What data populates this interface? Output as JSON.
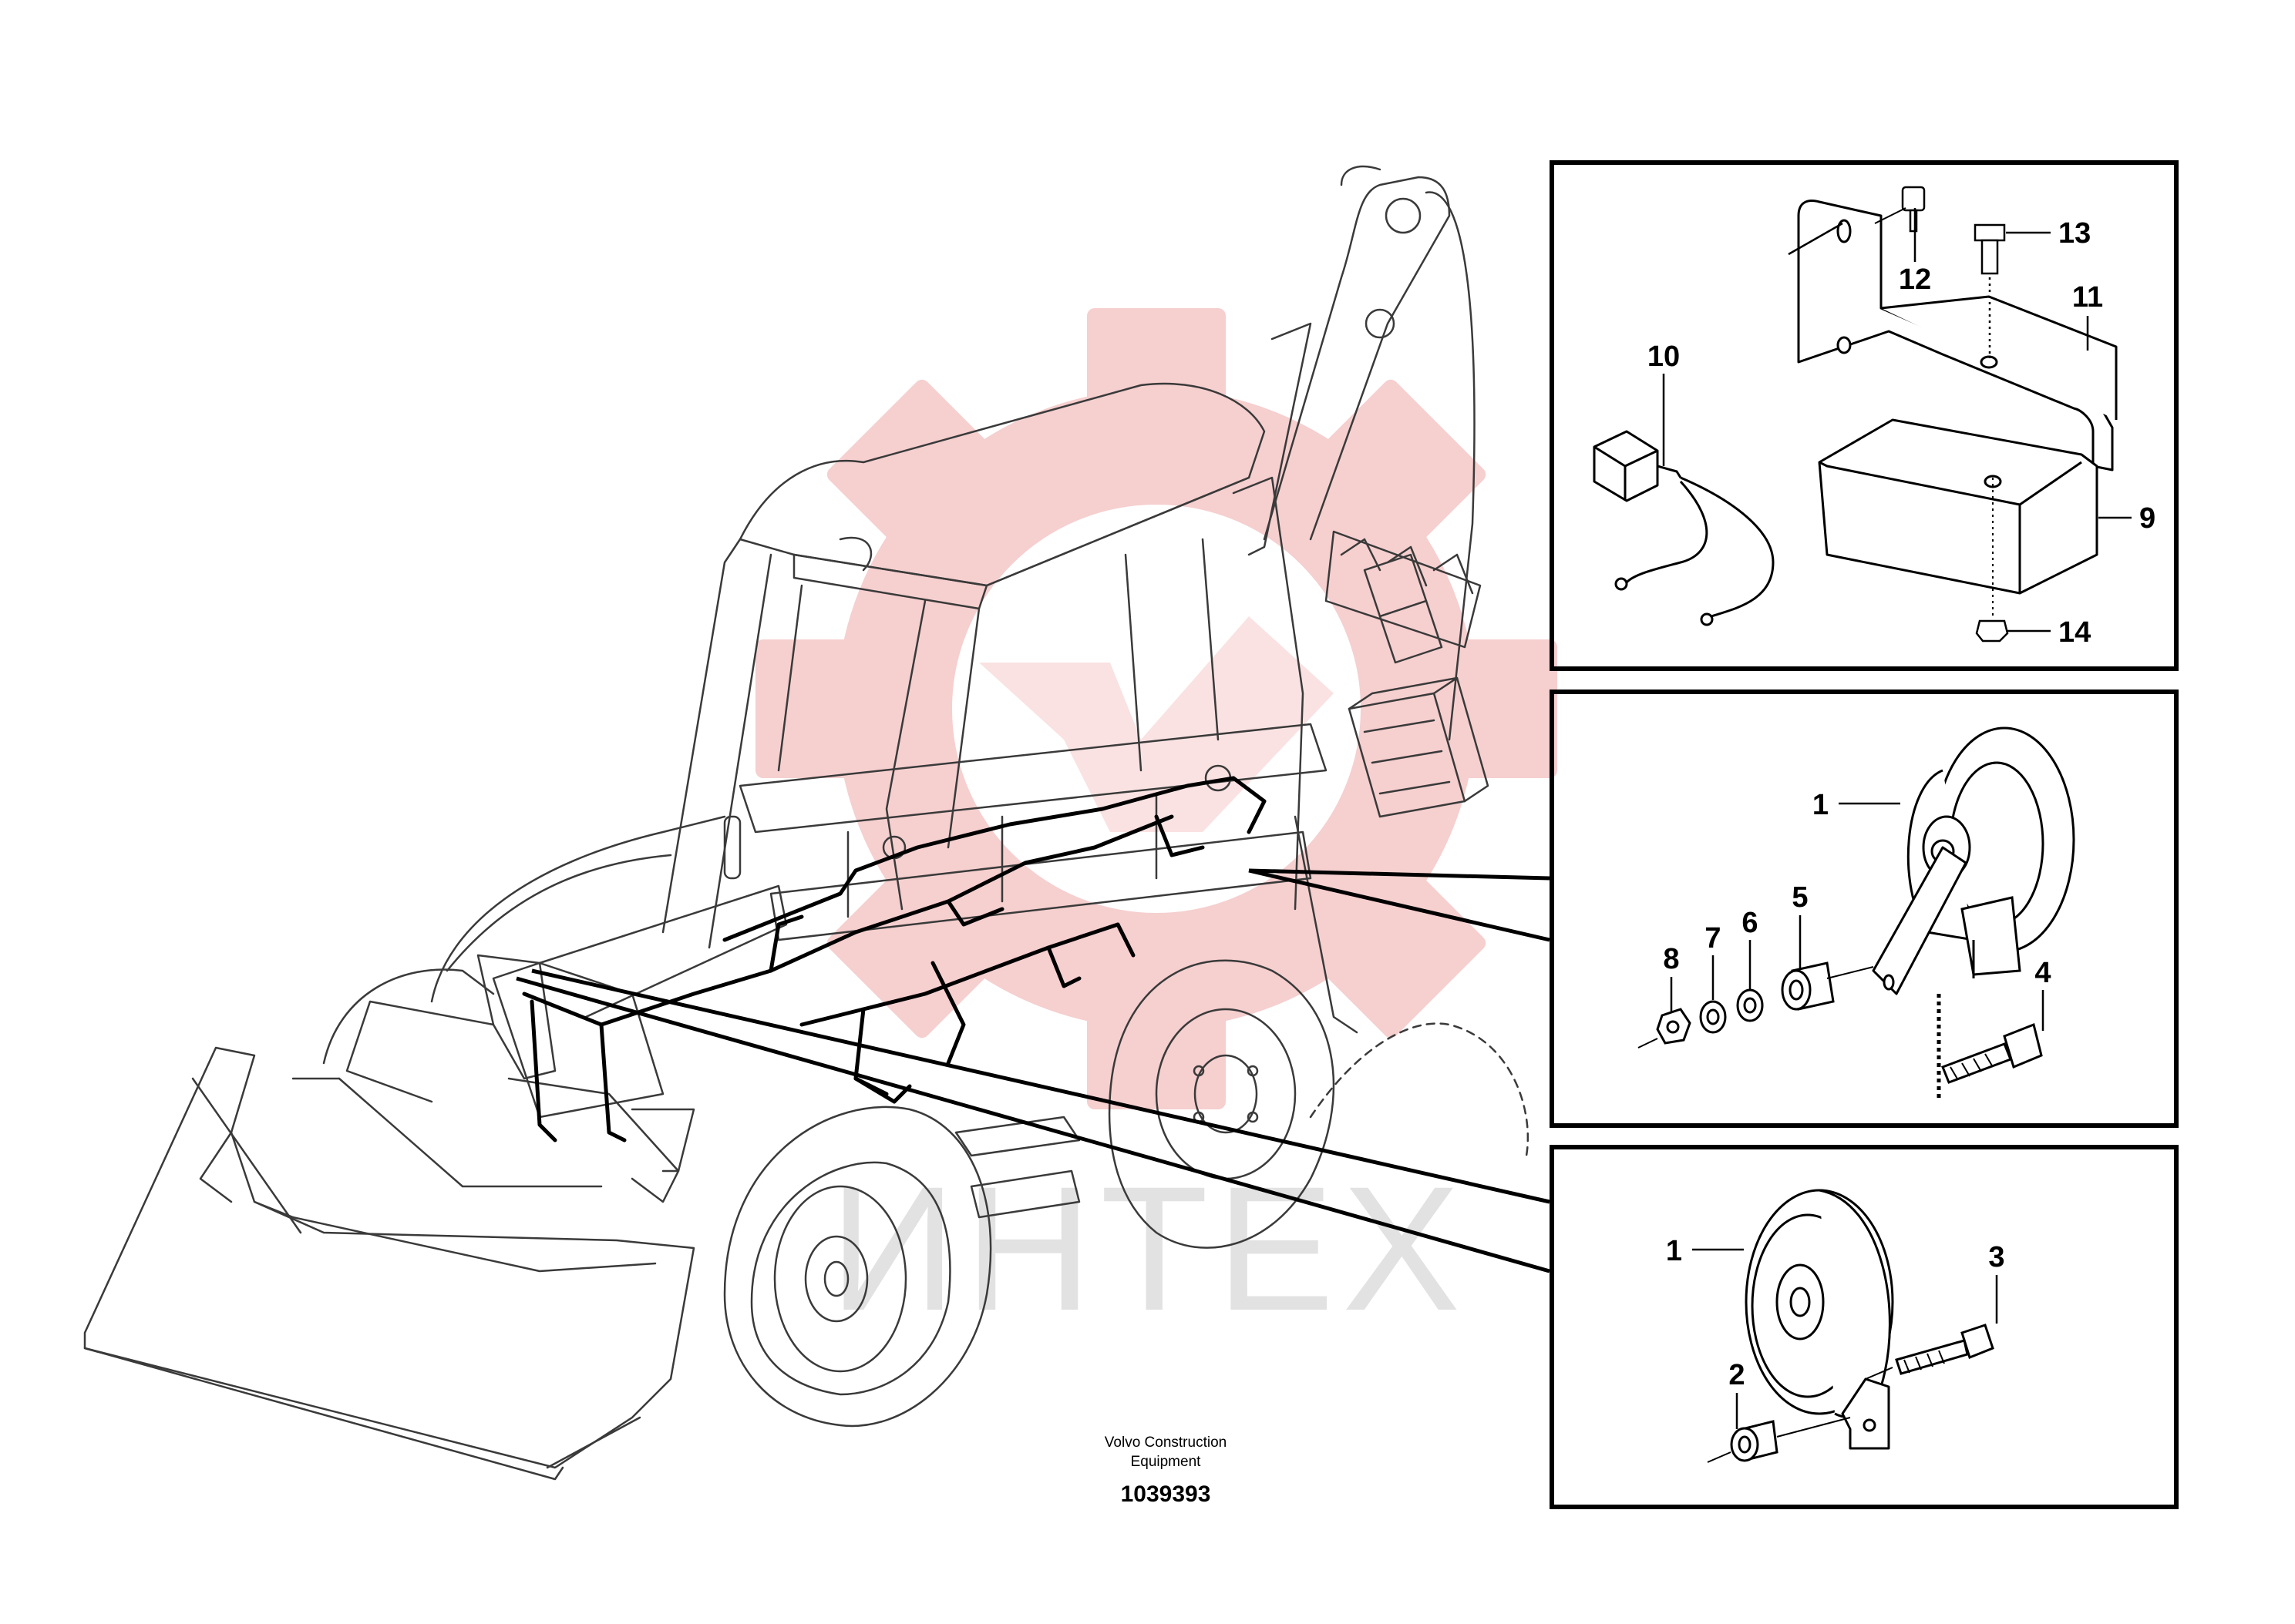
{
  "watermark": {
    "text": "ИНТЕХ",
    "logo": "gear-logo",
    "colors": {
      "logo": "#f2b8b8",
      "text": "#e3e3e3"
    }
  },
  "credit": {
    "company_line1": "Volvo Construction",
    "company_line2": "Equipment",
    "figure_number": "1039393"
  },
  "panels": {
    "top": {
      "callouts": [
        "10",
        "12",
        "13",
        "11",
        "9",
        "14"
      ]
    },
    "middle": {
      "callouts": [
        "1",
        "8",
        "7",
        "6",
        "5",
        "4"
      ]
    },
    "bottom": {
      "callouts": [
        "1",
        "3",
        "2"
      ]
    }
  },
  "icons": [
    "backhoe-loader-illustration",
    "horn-icon",
    "bracket-icon",
    "connector-harness-icon",
    "bolt-icon",
    "nut-icon",
    "washer-icon",
    "spacer-icon",
    "box-icon"
  ],
  "colors": {
    "line": "#000000",
    "machine_line": "#3a3a3a",
    "background": "#ffffff"
  }
}
